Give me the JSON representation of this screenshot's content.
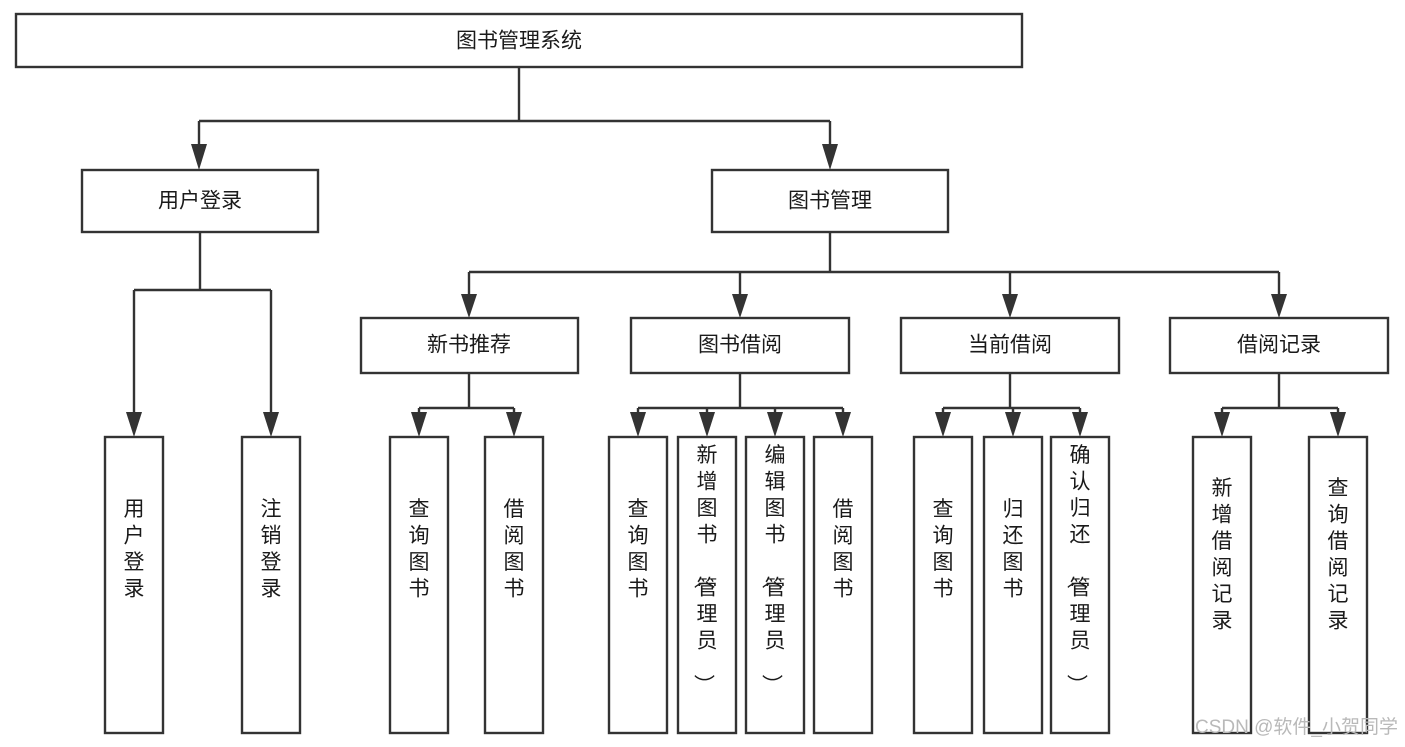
{
  "diagram": {
    "title": "图书管理系统",
    "type": "tree-hierarchy-chart",
    "colors": {
      "box_fill": "#ffffff",
      "box_stroke": "#333333",
      "text": "#1a1a1a",
      "watermark": "#b9b9b9",
      "background": "#ffffff"
    },
    "root": {
      "label": "图书管理系统"
    },
    "level2": [
      {
        "label": "用户登录"
      },
      {
        "label": "图书管理"
      }
    ],
    "level3": [
      {
        "label": "新书推荐"
      },
      {
        "label": "图书借阅"
      },
      {
        "label": "当前借阅"
      },
      {
        "label": "借阅记录"
      }
    ],
    "leaves": {
      "user_login": [
        {
          "label": "用户登录"
        },
        {
          "label": "注销登录"
        }
      ],
      "new_book_recommend": [
        {
          "label": "查询图书"
        },
        {
          "label": "借阅图书"
        }
      ],
      "book_borrow": [
        {
          "label": "查询图书"
        },
        {
          "label": "新增图书（管理员）"
        },
        {
          "label": "编辑图书（管理员）"
        },
        {
          "label": "借阅图书"
        }
      ],
      "current_borrow": [
        {
          "label": "查询图书"
        },
        {
          "label": "归还图书"
        },
        {
          "label": "确认归还（管理员）"
        }
      ],
      "borrow_record": [
        {
          "label": "新增借阅记录"
        },
        {
          "label": "查询借阅记录"
        }
      ]
    }
  },
  "watermark": {
    "text": "CSDN @软件_小贺同学"
  }
}
